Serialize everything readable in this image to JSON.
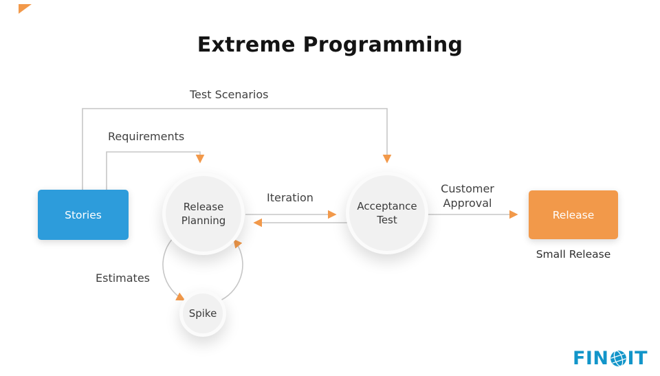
{
  "title": "Extreme Programming",
  "nodes": {
    "stories": "Stories",
    "release_planning": "Release Planning",
    "acceptance_test": "Acceptance Test",
    "spike": "Spike",
    "release": "Release",
    "small_release_caption": "Small Release"
  },
  "edge_labels": {
    "test_scenarios": "Test Scenarios",
    "requirements": "Requirements",
    "iteration": "Iteration",
    "customer_approval": "Customer Approval",
    "estimates": "Estimates"
  },
  "logo": {
    "text_left": "FIN",
    "text_right": "IT",
    "icon": "globe-icon"
  },
  "colors": {
    "stories_fill": "#2D9CDB",
    "release_fill": "#F2994A",
    "arrowhead": "#F2994A",
    "connector_line": "#C6C6C6",
    "circle_fill": "#F1F1F1",
    "logo_text": "#1295C9",
    "accent_triangle": "#F2994A",
    "title_text": "#141414"
  }
}
